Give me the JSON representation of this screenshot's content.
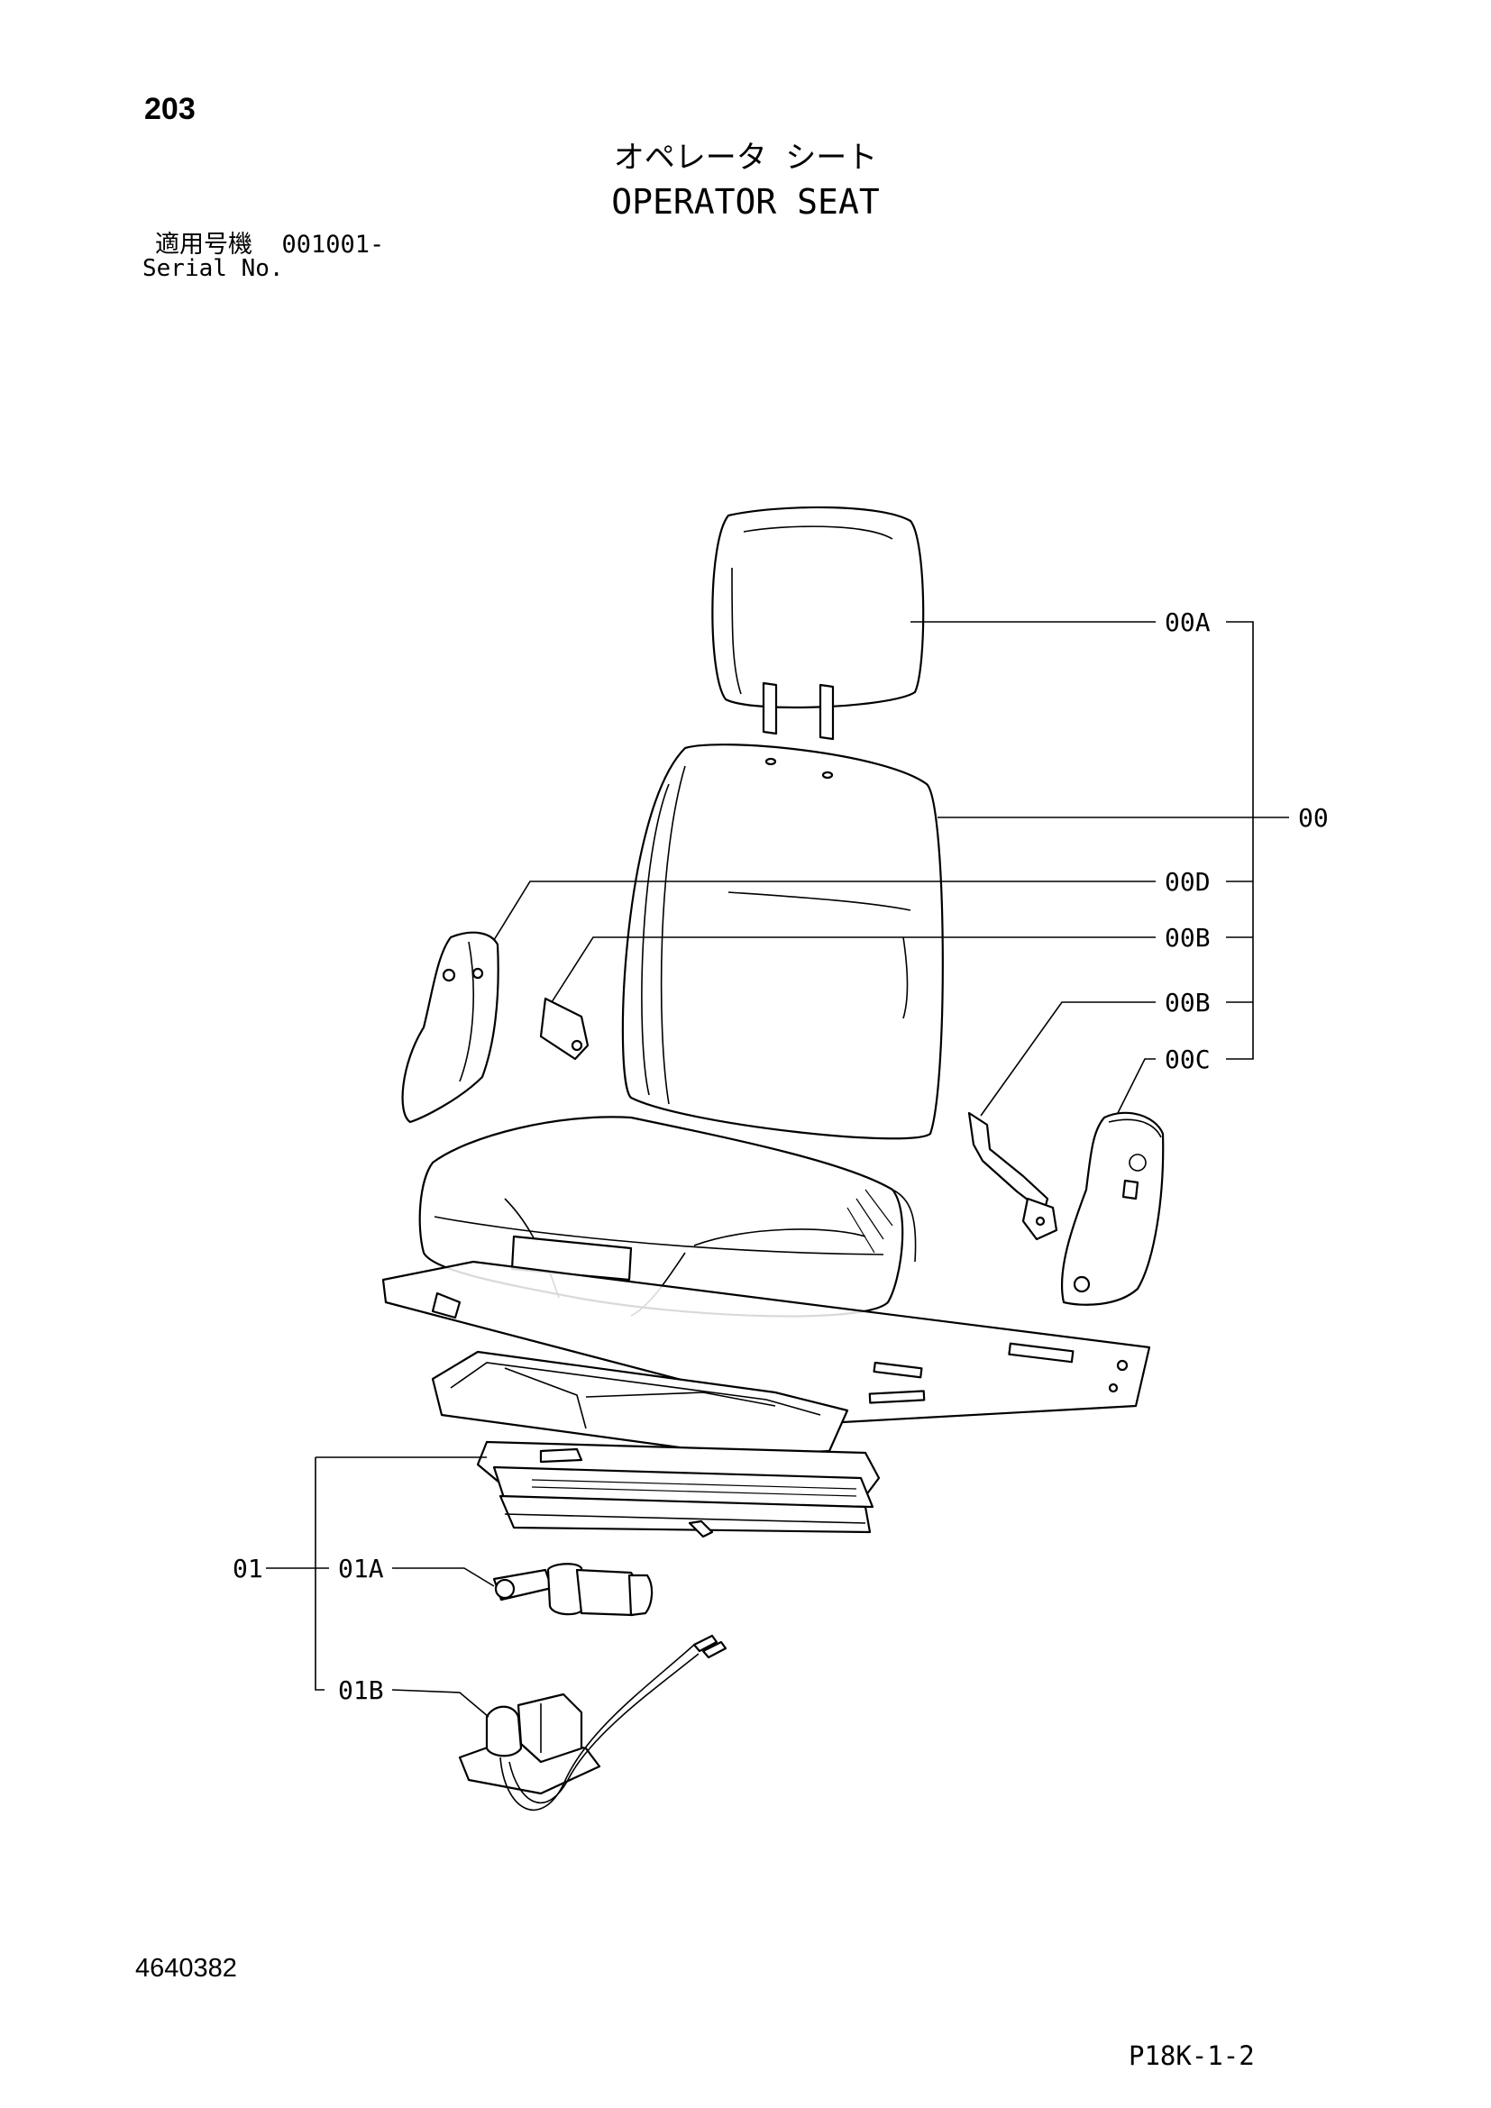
{
  "header": {
    "page_number": "203",
    "title_jp": "オペレータ シート",
    "title_en": "OPERATOR SEAT",
    "serial_label_jp": "適用号機",
    "serial_value": "001001-",
    "serial_label_en": "Serial No."
  },
  "callouts": {
    "c00A": "00A",
    "c00": "00",
    "c00D": "00D",
    "c00B_1": "00B",
    "c00B_2": "00B",
    "c00C": "00C",
    "c01": "01",
    "c01A": "01A",
    "c01B": "01B"
  },
  "footer": {
    "drawing_number": "4640382",
    "page_code": "P18K-1-2"
  }
}
